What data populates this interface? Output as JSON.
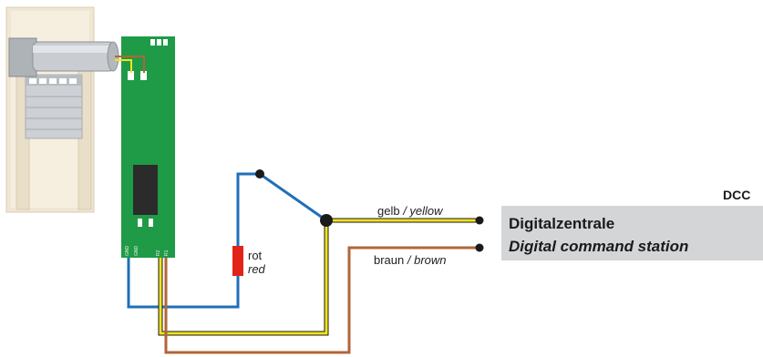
{
  "labels": {
    "dcc": "DCC",
    "station_de": "Digitalzentrale",
    "station_en": "Digital command station",
    "gelb": "gelb",
    "yellow": "/ yellow",
    "braun": "braun",
    "brown": " / brown",
    "rot": "rot",
    "red": "red",
    "pin1": "GND",
    "pin2": "GND",
    "pin3": "R2",
    "pin4": "R1"
  },
  "colors": {
    "wire_blue": "#1f6fb8",
    "wire_yellow": "#f1e31c",
    "wire_brown": "#b0663a",
    "resistor_red": "#e2231a",
    "board_green": "#1f9a46",
    "station_box": "#d4d5d7"
  }
}
